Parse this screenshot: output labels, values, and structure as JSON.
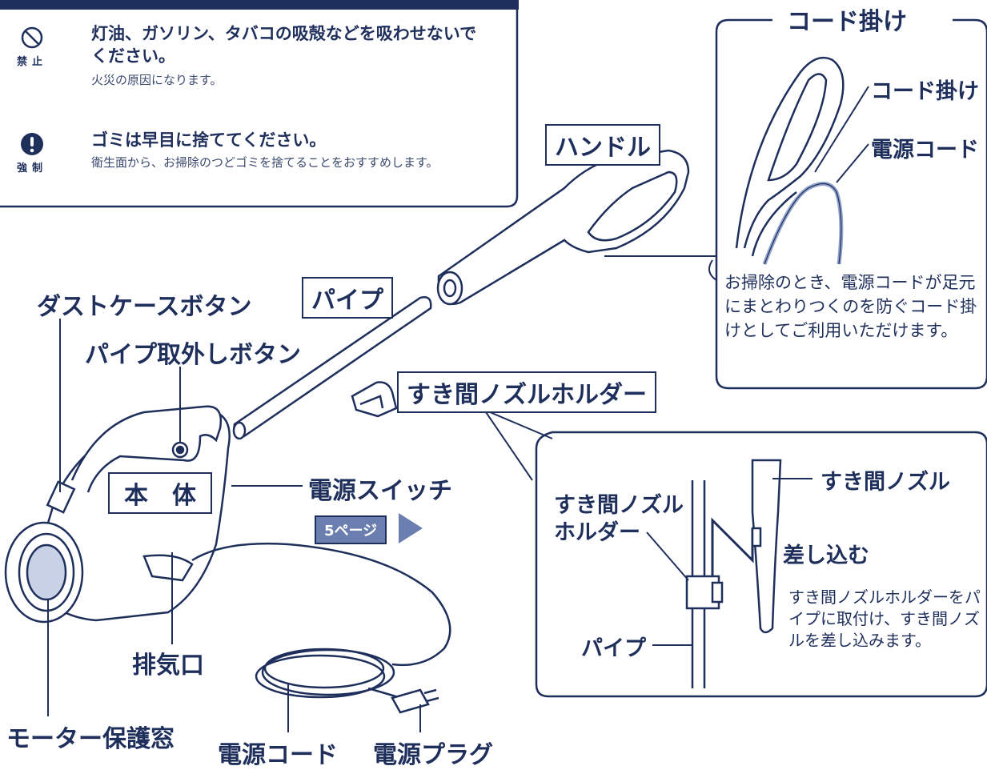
{
  "warnings": [
    {
      "icon": "prohibited-icon",
      "icon_caption": "禁止",
      "title": "灯油、ガソリン、タバコの吸殻などを吸わせないでください。",
      "sub": "火災の原因になります。"
    },
    {
      "icon": "exclamation-icon",
      "icon_caption": "強制",
      "title": "ゴミは早目に捨ててください。",
      "sub": "衛生面から、お掃除のつどゴミを捨てることをおすすめします。"
    }
  ],
  "labels": {
    "dust_case_button": "ダストケースボタン",
    "pipe_release_button": "パイプ取外しボタン",
    "pipe": "パイプ",
    "handle": "ハンドル",
    "body": "本　体",
    "power_switch": "電源スイッチ",
    "page_ref": "5ページ",
    "exhaust": "排気口",
    "motor_window": "モーター保護窓",
    "power_cord": "電源コード",
    "power_plug": "電源プラグ",
    "crevice_holder": "すき間ノズルホルダー"
  },
  "cord_hook_panel": {
    "title": "コード掛け",
    "hook_label": "コード掛け",
    "cord_label": "電源コード",
    "note": "お掃除のとき、電源コードが足元にまとわりつくのを防ぐコード掛けとしてご利用いただけます。"
  },
  "nozzle_panel": {
    "holder_label": "すき間ノズルホルダー",
    "nozzle_label": "すき間ノズル",
    "insert_label": "差し込む",
    "pipe_label": "パイプ",
    "note": "すき間ノズルホルダーをパイプに取付け、すき間ノズルを差し込みます。"
  },
  "colors": {
    "ink": "#1f2f5c",
    "accent": "#6a7fb0",
    "cord": "#8fa3cc"
  }
}
